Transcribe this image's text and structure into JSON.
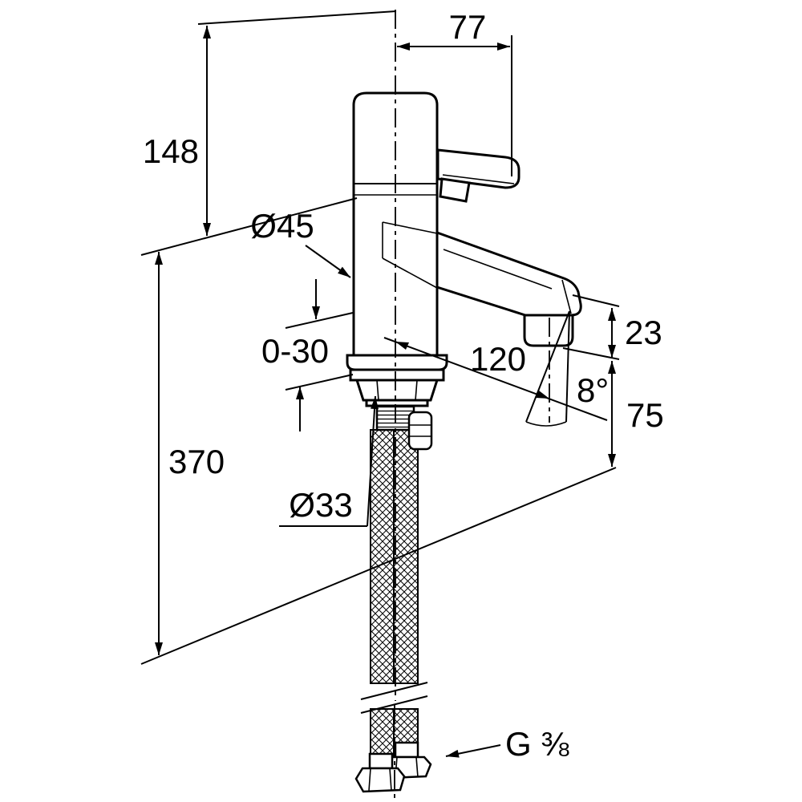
{
  "drawing": {
    "labels": {
      "height_total": "148",
      "lever_reach": "77",
      "body_diameter": "Ø45",
      "deck_thickness_range": "0-30",
      "spout_reach": "120",
      "spout_end_height": "23",
      "spout_angle": "8°",
      "spout_height": "75",
      "hose_length": "370",
      "hole_diameter": "Ø33",
      "thread_size": "G ⅜"
    },
    "colors": {
      "line": "#000000",
      "background": "#ffffff"
    }
  }
}
